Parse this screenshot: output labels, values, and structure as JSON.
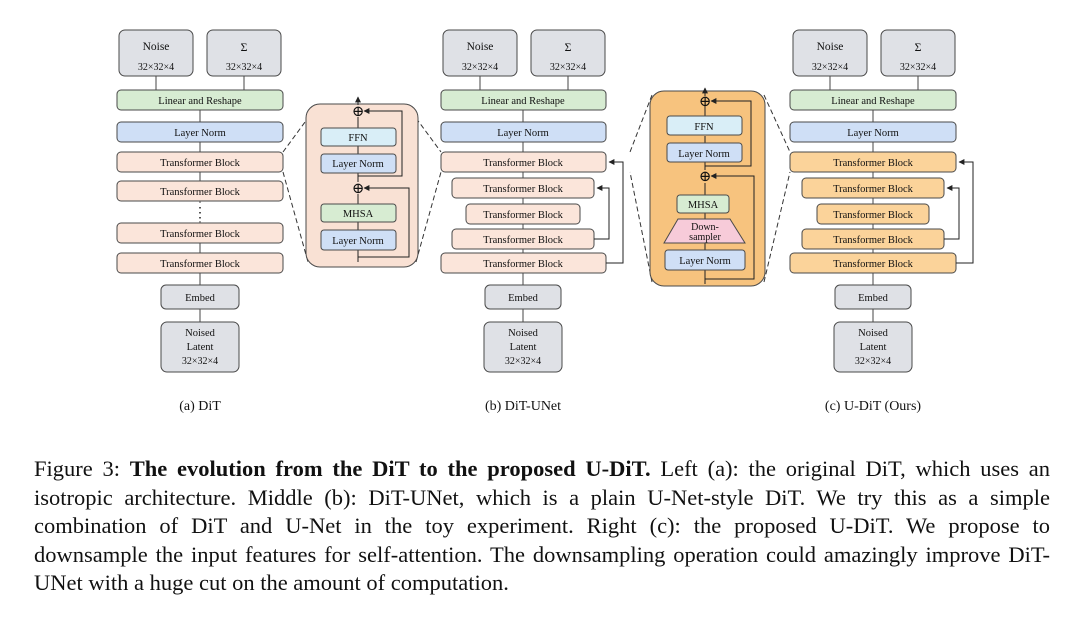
{
  "colors": {
    "gray_box": "#dfe1e6",
    "green_box": "#d7ecd2",
    "blue_box": "#cfdff6",
    "peach_box": "#fbe5da",
    "orange_box": "#fbd39a",
    "peach_panel": "#f9e1d4",
    "orange_panel": "#f7c37e",
    "pink_box": "#f7cbd9",
    "stroke": "#4a4a4a"
  },
  "labels": {
    "noise": "Noise",
    "sigma": "Σ",
    "dims": "32×32×4",
    "linear_reshape": "Linear and Reshape",
    "layer_norm": "Layer Norm",
    "transformer_block": "Transformer Block",
    "embed": "Embed",
    "noised": "Noised",
    "latent": "Latent",
    "ffn": "FFN",
    "mhsa": "MHSA",
    "down": "Down-",
    "sampler": "sampler",
    "ellipsis": "⋮",
    "add": "⊕"
  },
  "subcaptions": {
    "a": "(a) DiT",
    "b": "(b) DiT-UNet",
    "c": "(c) U-DiT (Ours)"
  },
  "caption": {
    "prefix": "Figure 3: ",
    "title": "The evolution from the DiT to the proposed U-DiT.",
    "body": " Left (a): the original DiT, which uses an isotropic architecture. Middle (b): DiT-UNet, which is a plain U-Net-style DiT. We try this as a simple combination of DiT and U-Net in the toy experiment. Right (c): the proposed U-DiT. We propose to downsample the input features for self-attention. The downsampling operation could amazingly improve DiT-UNet with a huge cut on the amount of computation."
  }
}
